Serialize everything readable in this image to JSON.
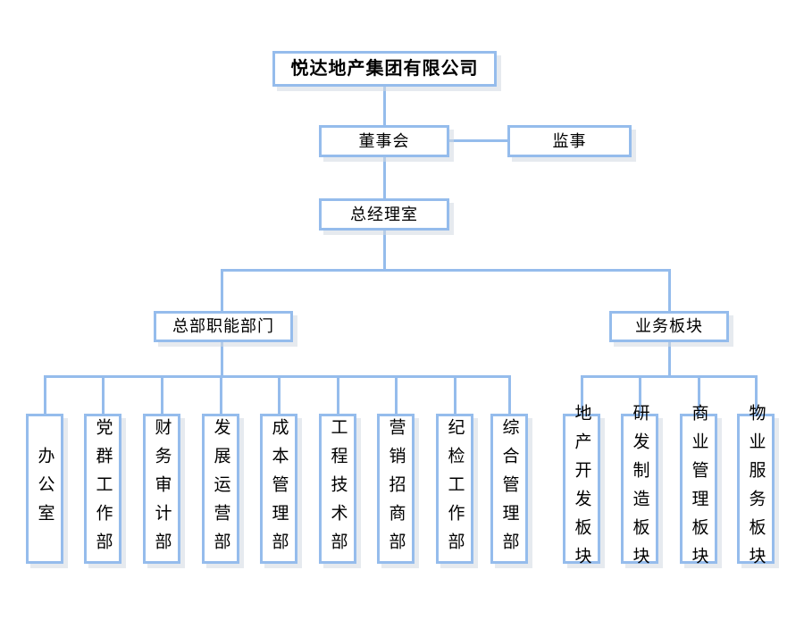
{
  "meta": {
    "title": "悦达地产集团有限公司组织架构图",
    "line_color": "#95bcec",
    "shadow_color": "#d2d9e1",
    "background": "#ffffff",
    "text_color": "#000000"
  },
  "root": {
    "label": "悦达地产集团有限公司"
  },
  "board": {
    "label": "董事会"
  },
  "supervisor": {
    "label": "监事"
  },
  "gm_office": {
    "label": "总经理室"
  },
  "groups": [
    {
      "key": "hq_functions",
      "label": "总部职能部门",
      "children": [
        {
          "label": "办公室"
        },
        {
          "label": "党群工作部"
        },
        {
          "label": "财务审计部"
        },
        {
          "label": "发展运营部"
        },
        {
          "label": "成本管理部"
        },
        {
          "label": "工程技术部"
        },
        {
          "label": "营销招商部"
        },
        {
          "label": "纪检工作部"
        },
        {
          "label": "综合管理部"
        }
      ]
    },
    {
      "key": "business_segments",
      "label": "业务板块",
      "children": [
        {
          "label": "地产开发板块"
        },
        {
          "label": "研发制造板块"
        },
        {
          "label": "商业管理板块"
        },
        {
          "label": "物业服务板块"
        }
      ]
    }
  ]
}
